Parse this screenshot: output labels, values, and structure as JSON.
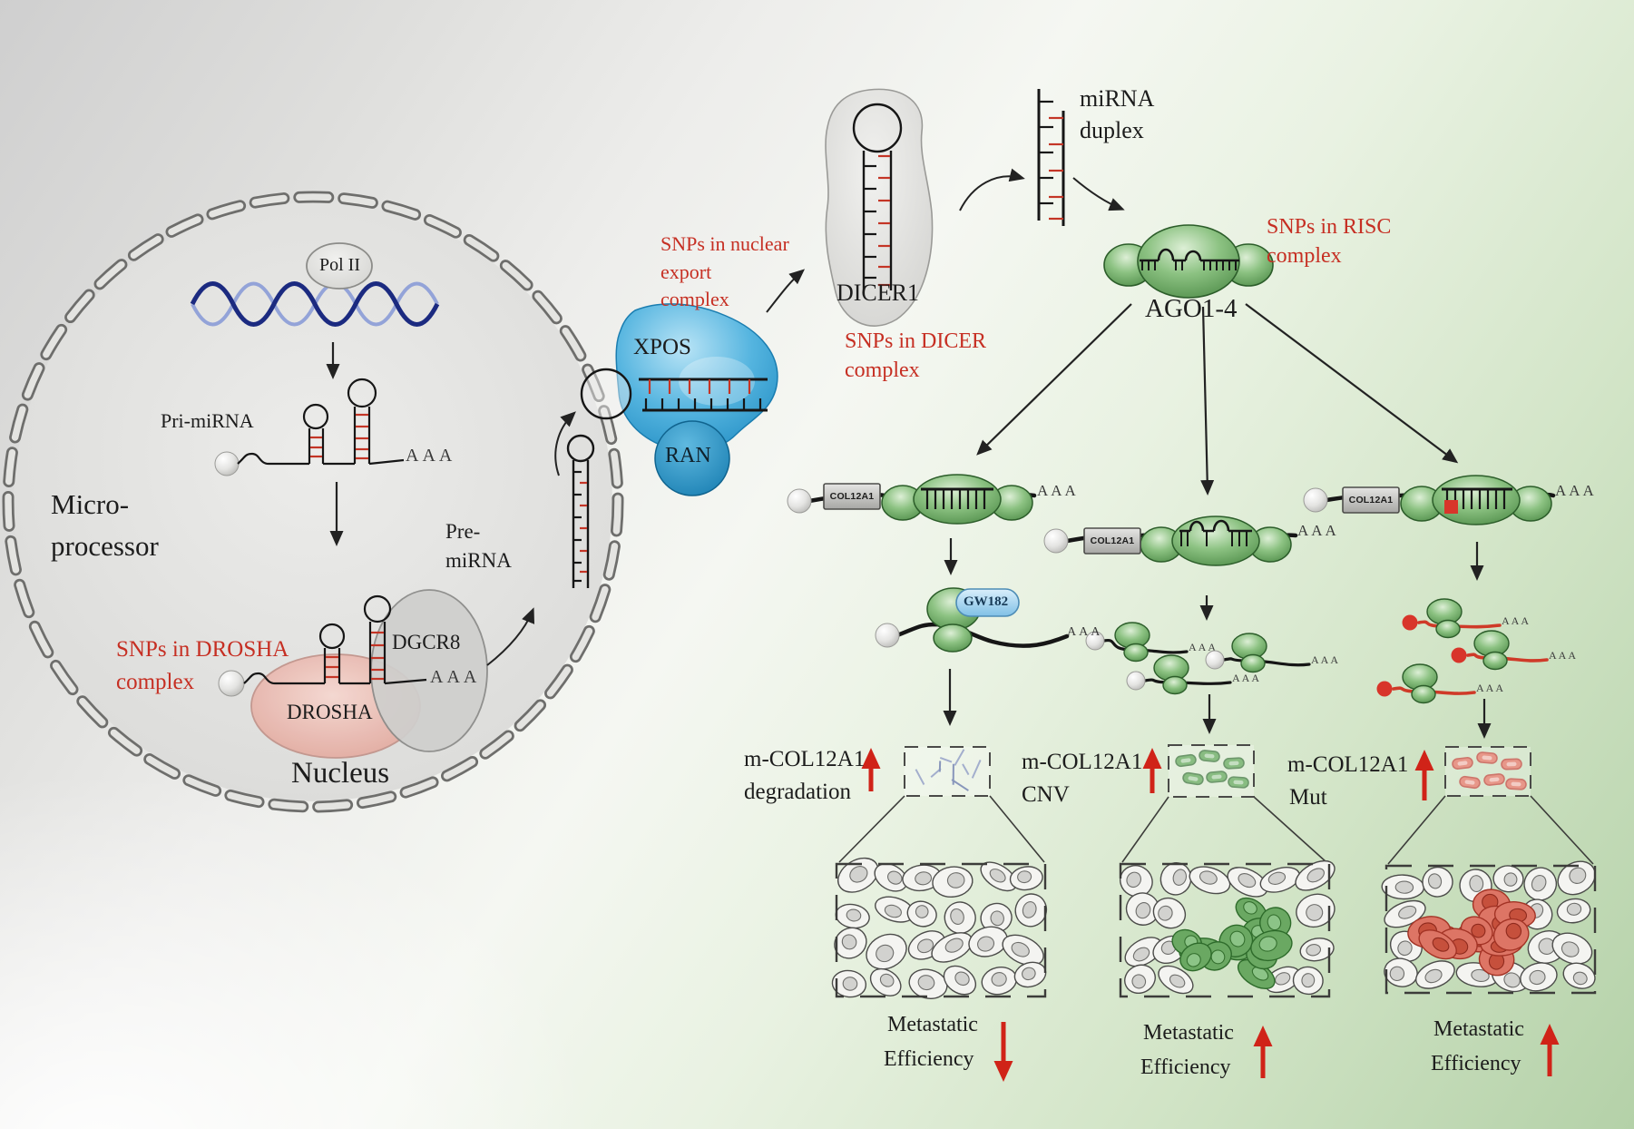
{
  "labels": {
    "pol2": "Pol II",
    "pri_mirna": "Pri-miRNA",
    "micro_1": "Micro-",
    "micro_2": "processor",
    "snp_drosha_1": "SNPs in DROSHA",
    "snp_drosha_2": "complex",
    "drosha": "DROSHA",
    "dgcr8": "DGCR8",
    "aaa": "AAA",
    "nucleus": "Nucleus",
    "pre_1": "Pre-",
    "pre_2": "miRNA",
    "xpos": "XPOS",
    "ran": "RAN",
    "snp_export_1": "SNPs in nuclear",
    "snp_export_2": "export",
    "snp_export_3": "complex",
    "dicer": "DICER1",
    "snp_dicer_1": "SNPs in DICER",
    "snp_dicer_2": "complex",
    "duplex_1": "miRNA",
    "duplex_2": "duplex",
    "ago": "AGO1-4",
    "snp_risc_1": "SNPs in RISC",
    "snp_risc_2": "complex"
  },
  "branches": [
    {
      "gene": "COL12A1",
      "aaa": "AAA",
      "cofactor": "GW182",
      "outcome_1": "m-COL12A1",
      "outcome_2": "degradation",
      "outcome_dir": "up",
      "met_1": "Metastatic",
      "met_2": "Efficiency",
      "met_dir": "down",
      "cluster": "none"
    },
    {
      "gene": "COL12A1",
      "aaa": "AAA",
      "outcome_1": "m-COL12A1",
      "outcome_2": "CNV",
      "outcome_dir": "up",
      "met_1": "Metastatic",
      "met_2": "Efficiency",
      "met_dir": "up",
      "cluster": "green"
    },
    {
      "gene": "COL12A1",
      "aaa": "AAA",
      "outcome_1": "m-COL12A1",
      "outcome_2": "Mut",
      "outcome_dir": "up",
      "met_1": "Metastatic",
      "met_2": "Efficiency",
      "met_dir": "up",
      "cluster": "red"
    }
  ],
  "colors": {
    "red_text": "#c62f23",
    "red_arrow": "#d02318",
    "red_tick": "#c43526",
    "strand": "#161616",
    "green_stroke": "#2c5d2a",
    "fragment": "#7b8cb8",
    "oval_green": "#55a04b",
    "oval_green_stroke": "#2f6b2d",
    "oval_red": "#dd6a56",
    "oval_red_stroke": "#b83a2c",
    "mutation": "#d8352a"
  }
}
